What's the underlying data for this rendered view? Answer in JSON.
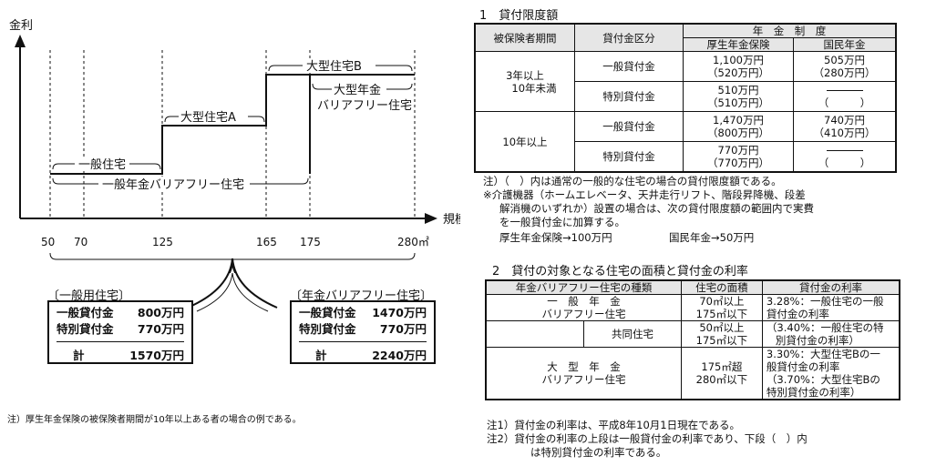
{
  "chart_data": {
    "type": "step",
    "ylabel": "金利",
    "xlabel": "規模",
    "x_ticks": [
      "50",
      "70",
      "125",
      "165",
      "175",
      "280㎡"
    ],
    "segments": [
      {
        "name": "一般住宅",
        "from": 50,
        "to": 125
      },
      {
        "name": "大型住宅A",
        "from": 125,
        "to": 165
      },
      {
        "name": "大型住宅B",
        "from": 165,
        "to": 280
      },
      {
        "name": "一般年金バリアフリー住宅",
        "from": 50,
        "to": 175
      },
      {
        "name": "大型年金バリアフリー住宅",
        "from": 175,
        "to": 280
      }
    ],
    "labels": {
      "general": "一般住宅",
      "large_a": "大型住宅A",
      "large_b": "大型住宅B",
      "large_pension_1": "大型年金",
      "large_pension_2": "バリアフリー住宅",
      "general_pension": "一般年金バリアフリー住宅"
    }
  },
  "left_boxes": {
    "general": {
      "title": "〔一般用住宅〕",
      "rows": [
        {
          "label": "一般貸付金",
          "value": "800万円"
        },
        {
          "label": "特別貸付金",
          "value": "770万円"
        }
      ],
      "total_label": "計",
      "total_value": "1570万円"
    },
    "pension": {
      "title": "〔年金バリアフリー住宅〕",
      "rows": [
        {
          "label": "一般貸付金",
          "value": "1470万円"
        },
        {
          "label": "特別貸付金",
          "value": "770万円"
        }
      ],
      "total_label": "計",
      "total_value": "2240万円"
    },
    "note": "注）厚生年金保険の被保険者期間が10年以上ある者の場合の例である。"
  },
  "section1": {
    "title": "1　貸付限度額",
    "headers": {
      "period": "被保険者期間",
      "category": "貸付金区分",
      "pension": "年　金　制　度",
      "kosei": "厚生年金保険",
      "kokumin": "国民年金"
    },
    "groups": [
      {
        "period_1": "3年以上",
        "period_2": "10年未満",
        "general_label": "一般貸付金",
        "general_kosei_1": "1,100万円",
        "general_kosei_2": "（520万円）",
        "general_kokumin_1": "505万円",
        "general_kokumin_2": "（280万円）",
        "special_label": "特別貸付金",
        "special_kosei_1": "510万円",
        "special_kosei_2": "（510万円）",
        "special_kokumin_2": "（　　　）"
      },
      {
        "period_1": "10年以上",
        "general_label": "一般貸付金",
        "general_kosei_1": "1,470万円",
        "general_kosei_2": "（800万円）",
        "general_kokumin_1": "740万円",
        "general_kokumin_2": "（410万円）",
        "special_label": "特別貸付金",
        "special_kosei_1": "770万円",
        "special_kosei_2": "（770万円）",
        "special_kokumin_2": "（　　　）"
      }
    ],
    "note_1": "注）（　）内は通常の一般的な住宅の場合の貸付限度額である。",
    "note_2": "※介護機器（ホームエレベータ、天井走行リフト、階段昇降機、段差",
    "note_3": "解消機のいずれか）設置の場合は、次の貸付限度額の範囲内で実費",
    "note_4": "を一般貸付金に加算する。",
    "note_5a": "厚生年金保険→100万円",
    "note_5b": "国民年金→50万円"
  },
  "section2": {
    "title": "2　貸付の対象となる住宅の面積と貸付金の利率",
    "headers": {
      "type": "年金バリアフリー住宅の種類",
      "area": "住宅の面積",
      "rate": "貸付金の利率"
    },
    "rows": {
      "general_1": "一　般　年　金",
      "general_2": "バリアフリー住宅",
      "general_area_1": "70㎡以上",
      "general_area_2": "175㎡以下",
      "general_rate_1": "3.28%：一般住宅の一般",
      "general_rate_2": "貸付金の利率",
      "shared": "共同住宅",
      "shared_area_1": "50㎡以上",
      "shared_area_2": "175㎡以下",
      "shared_rate_1": "（3.40%：一般住宅の特",
      "shared_rate_2": "別貸付金の利率）",
      "large_1": "大　型　年　金",
      "large_2": "バリアフリー住宅",
      "large_area_1": "175㎡超",
      "large_area_2": "280㎡以下",
      "large_rate_1": "3.30%：大型住宅Bの一",
      "large_rate_2": "般貸付金の利率",
      "large_rate_3": "（3.70%：大型住宅Bの",
      "large_rate_4": "特別貸付金の利率）"
    },
    "note_1": "注1）貸付金の利率は、平成8年10月1日現在である。",
    "note_2": "注2）貸付金の利率の上段は一般貸付金の利率であり、下段（　）内",
    "note_3": "は特別貸付金の利率である。"
  }
}
